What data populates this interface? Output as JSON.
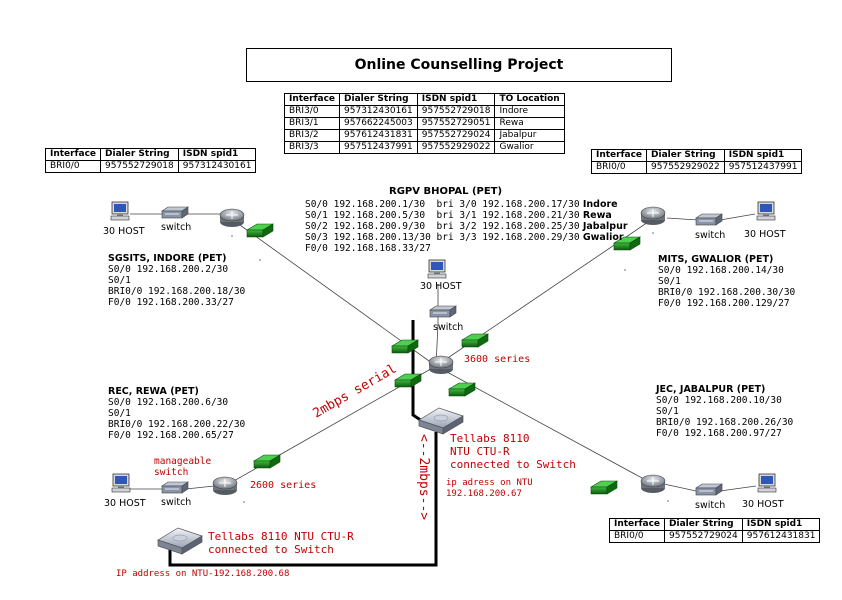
{
  "title": "Online Counselling Project",
  "hub_table": {
    "headers": [
      "Interface",
      "Dialer String",
      "ISDN spid1",
      "TO Location"
    ],
    "rows": [
      [
        "BRI3/0",
        "957312430161",
        "957552729018",
        "Indore"
      ],
      [
        "BRI3/1",
        "957662245003",
        "957552729051",
        "Rewa"
      ],
      [
        "BRI3/2",
        "957612431831",
        "957552729024",
        "Jabalpur"
      ],
      [
        "BRI3/3",
        "957512437991",
        "957552929022",
        "Gwalior"
      ]
    ]
  },
  "indore_table": {
    "headers": [
      "Interface",
      "Dialer String",
      "ISDN spid1"
    ],
    "rows": [
      [
        "BRI0/0",
        "957552729018",
        "957312430161"
      ]
    ]
  },
  "gwalior_table": {
    "headers": [
      "Interface",
      "Dialer String",
      "ISDN spid1"
    ],
    "rows": [
      [
        "BRI0/0",
        "957552929022",
        "957512437991"
      ]
    ]
  },
  "jabalpur_table": {
    "headers": [
      "Interface",
      "Dialer String",
      "ISDN spid1"
    ],
    "rows": [
      [
        "BRI0/0",
        "957552729024",
        "957612431831"
      ]
    ]
  },
  "nodes": {
    "hub": {
      "name": "RGPV BHOPAL (PET)",
      "lines": [
        "S0/0 192.168.200.1/30  bri 3/0 192.168.200.17/30",
        "S0/1 192.168.200.5/30  bri 3/1 192.168.200.21/30",
        "S0/2 192.168.200.9/30  bri 3/2 192.168.200.25/30",
        "S0/3 192.168.200.13/30 bri 3/3 192.168.200.29/30",
        "F0/0 192.168.168.33/27"
      ],
      "line_suffix": [
        "Indore",
        "Rewa",
        "Jabalpur",
        "Gwalior",
        ""
      ],
      "series": "3600 series",
      "host": "30 HOST",
      "switch": "switch"
    },
    "indore": {
      "name": "SGSITS, INDORE (PET)",
      "lines": [
        "S0/0 192.168.200.2/30",
        "S0/1",
        "BRI0/0 192.168.200.18/30",
        "F0/0 192.168.200.33/27"
      ],
      "host": "30 HOST",
      "switch": "switch"
    },
    "gwalior": {
      "name": "MITS, GWALIOR (PET)",
      "lines": [
        "S0/0 192.168.200.14/30",
        "S0/1",
        "BRI0/0 192.168.200.30/30",
        "F0/0 192.168.200.129/27"
      ],
      "host": "30 HOST",
      "switch": "switch"
    },
    "rewa": {
      "name": "REC, REWA (PET)",
      "lines": [
        "S0/0 192.168.200.6/30",
        "S0/1",
        "BRI0/0 192.168.200.22/30",
        "F0/0 192.168.200.65/27"
      ],
      "host": "30 HOST",
      "switch": "switch",
      "series": "2600 series",
      "manageable": "manageable switch"
    },
    "jabalpur": {
      "name": "JEC, JABALPUR (PET)",
      "lines": [
        "S0/0 192.168.200.10/30",
        "S0/1",
        "BRI0/0 192.168.200.26/30",
        "F0/0 192.168.200.97/27"
      ],
      "host": "30 HOST",
      "switch": "switch"
    }
  },
  "annotations": {
    "serial": "2mbps serial",
    "tellabs_hub": [
      "Tellabs 8110",
      "NTU CTU-R",
      "connected to Switch"
    ],
    "ip_hub": [
      "ip adress on NTU",
      "192.168.200.67"
    ],
    "link_2mbps": "<--2mbps-->",
    "tellabs_rewa": [
      "Tellabs 8110 NTU CTU-R",
      "connected to Switch"
    ],
    "ip_rewa": "IP address on NTU-192.168.200.68"
  },
  "colors": {
    "annotation": "#c00000",
    "csu": "#1e7a1e",
    "router": "#7a8088",
    "link": "#444444",
    "ntu_link": "#000000"
  }
}
